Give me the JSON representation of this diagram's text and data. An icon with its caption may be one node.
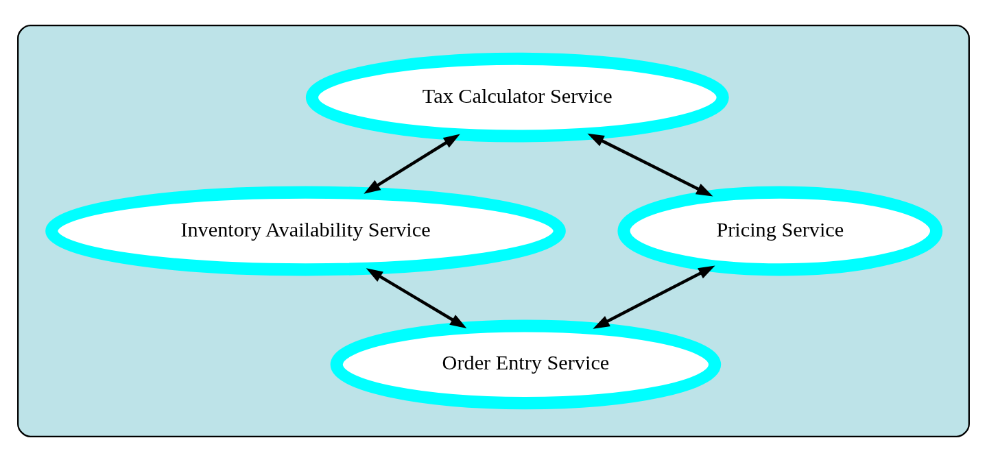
{
  "diagram": {
    "nodes": [
      {
        "text": [],
        "shape": "ellipse"
      },
      {
        "text": [
          "Tax Calculator Service"
        ],
        "in": 0
      },
      {
        "text": [
          "Inventory Availability Service"
        ],
        "in": 0
      },
      {
        "text": [
          "Pricing Service"
        ],
        "in": 0
      },
      {
        "text": [
          "Order Entry Service"
        ],
        "in": 0
      }
    ],
    "edges": [
      {
        "from": 1,
        "to": 2,
        "arrow": "both"
      },
      {
        "from": 1,
        "to": 3,
        "arrow": "both"
      },
      {
        "from": 2,
        "to": 4,
        "arrow": "both"
      },
      {
        "from": 3,
        "to": 4,
        "arrow": "both"
      }
    ]
  }
}
